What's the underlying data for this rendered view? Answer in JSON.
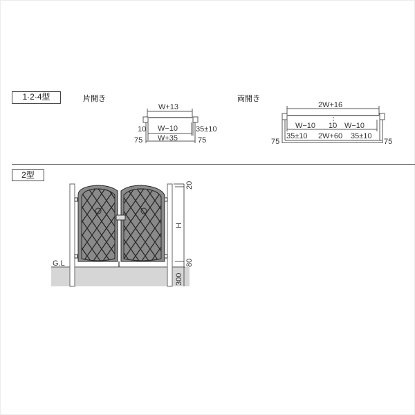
{
  "section_a": {
    "label": "1·2·4型",
    "single": {
      "caption": "片開き",
      "overall": "W+13",
      "left_gap": "10",
      "opening": "W−10",
      "right_gap": "35±10",
      "post_left": "75",
      "span": "W+35",
      "post_right": "75"
    },
    "double": {
      "caption": "両開き",
      "overall": "2W+16",
      "leaf_left": "W−10",
      "center_gap": "10",
      "leaf_right": "W−10",
      "post_left": "75",
      "gap_left": "35±10",
      "span": "2W+60",
      "gap_right": "35±10",
      "post_right": "75"
    }
  },
  "section_b": {
    "label": "2型",
    "ground_label": "G.L",
    "dim_top": "20",
    "dim_height": "H",
    "dim_bottom": "80",
    "dim_embed": "300"
  },
  "colors": {
    "line": "#555555",
    "ground": "#d6d6d6",
    "gate_dark": "#2a2a2a",
    "gate_frame": "#8a8a8a"
  }
}
